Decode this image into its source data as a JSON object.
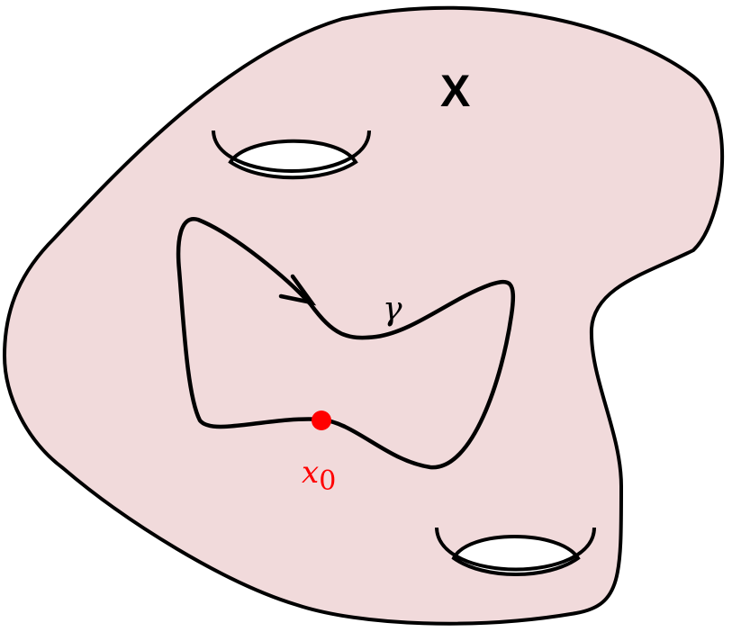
{
  "diagram": {
    "space_label": "X",
    "curve_label": "γ",
    "basepoint_label": "x",
    "basepoint_subscript": "0"
  },
  "colors": {
    "surface_fill": "#f1dadb",
    "outline": "#000000",
    "hole_fill": "#ffffff",
    "basepoint": "#ff0000"
  }
}
